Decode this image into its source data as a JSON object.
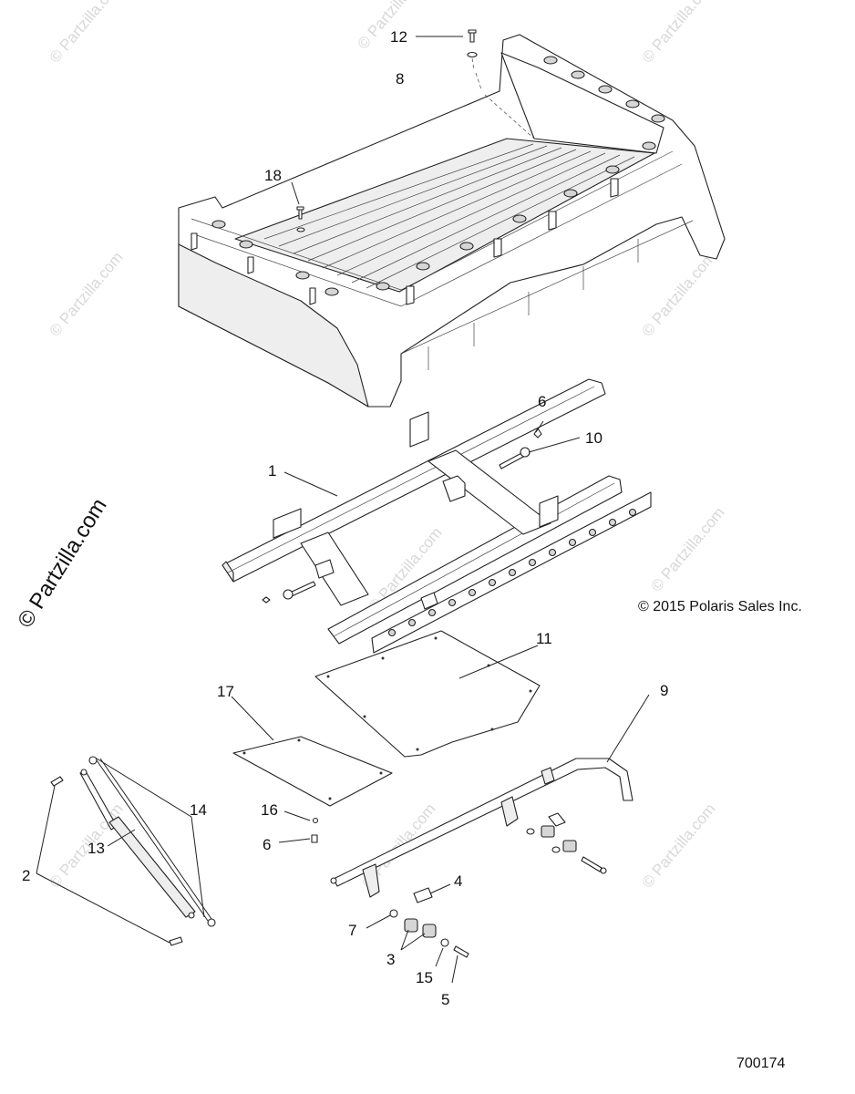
{
  "copyright": "© 2015 Polaris Sales Inc.",
  "watermark_main": "© Partzilla.com",
  "watermark_small": "© Partzilla.com",
  "figure_number": "700174",
  "callouts": {
    "c12": "12",
    "c8": "8",
    "c18": "18",
    "c6a": "6",
    "c10": "10",
    "c1": "1",
    "c11": "11",
    "c17": "17",
    "c9": "9",
    "c14": "14",
    "c16": "16",
    "c6b": "6",
    "c13": "13",
    "c2": "2",
    "c4": "4",
    "c7": "7",
    "c3": "3",
    "c15": "15",
    "c5": "5"
  },
  "colors": {
    "line": "#222222",
    "watermark": "#d8d8d8"
  }
}
